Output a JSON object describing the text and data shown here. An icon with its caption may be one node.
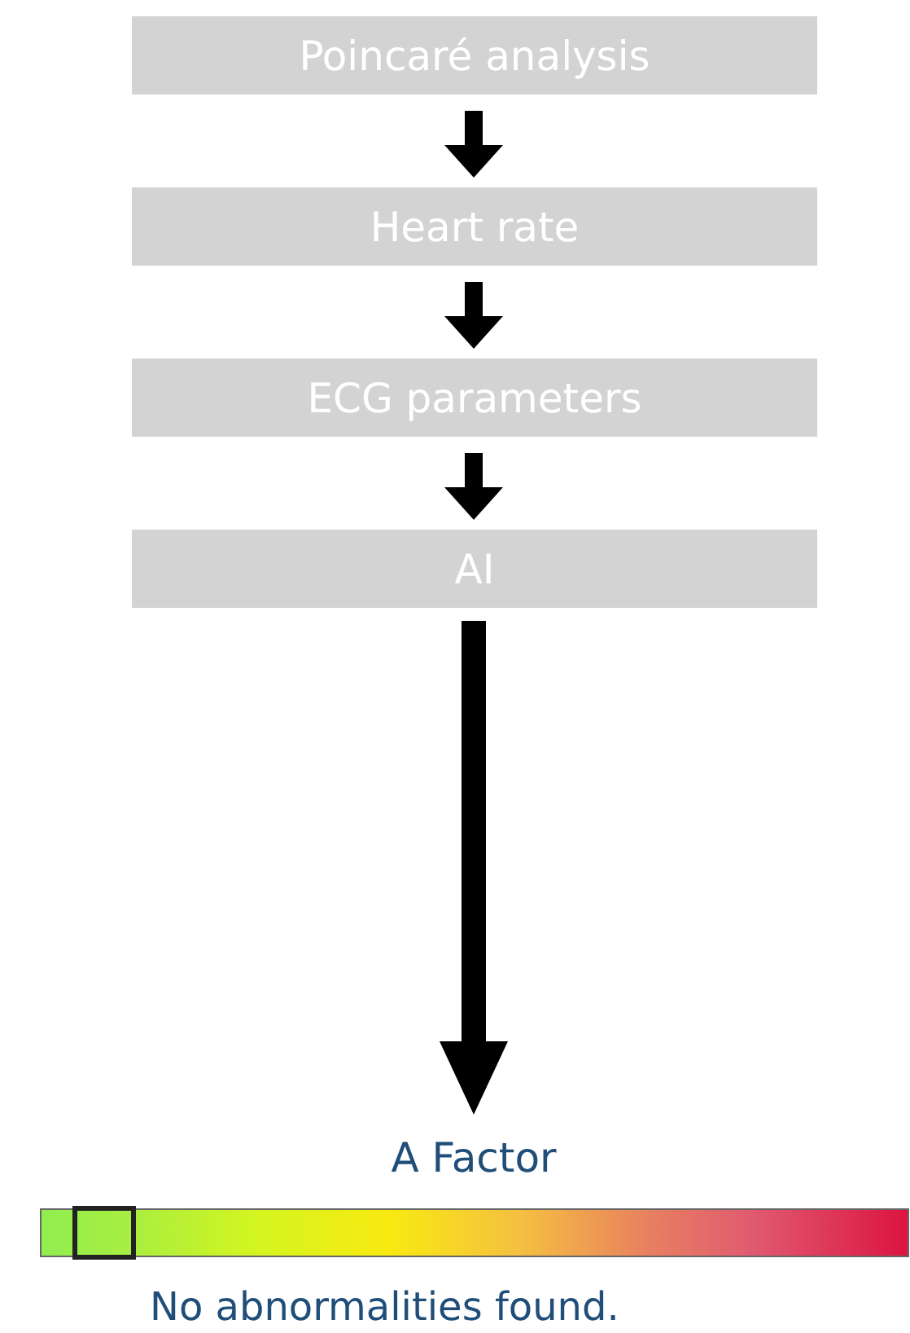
{
  "diagram": {
    "nodes": [
      {
        "text": [
          "Poincaré analysis"
        ]
      },
      {
        "text": [
          "Heart rate"
        ]
      },
      {
        "text": [
          "ECG parameters"
        ]
      },
      {
        "text": [
          "AI"
        ]
      },
      {
        "text": [
          "A Factor"
        ]
      }
    ],
    "edges": [
      {
        "from": 0,
        "to": 1,
        "arrow": "to"
      },
      {
        "from": 1,
        "to": 2,
        "arrow": "to"
      },
      {
        "from": 2,
        "to": 3,
        "arrow": "to"
      },
      {
        "from": 3,
        "to": 4,
        "arrow": "to"
      }
    ],
    "labels": [
      "No abnormalities found."
    ]
  }
}
